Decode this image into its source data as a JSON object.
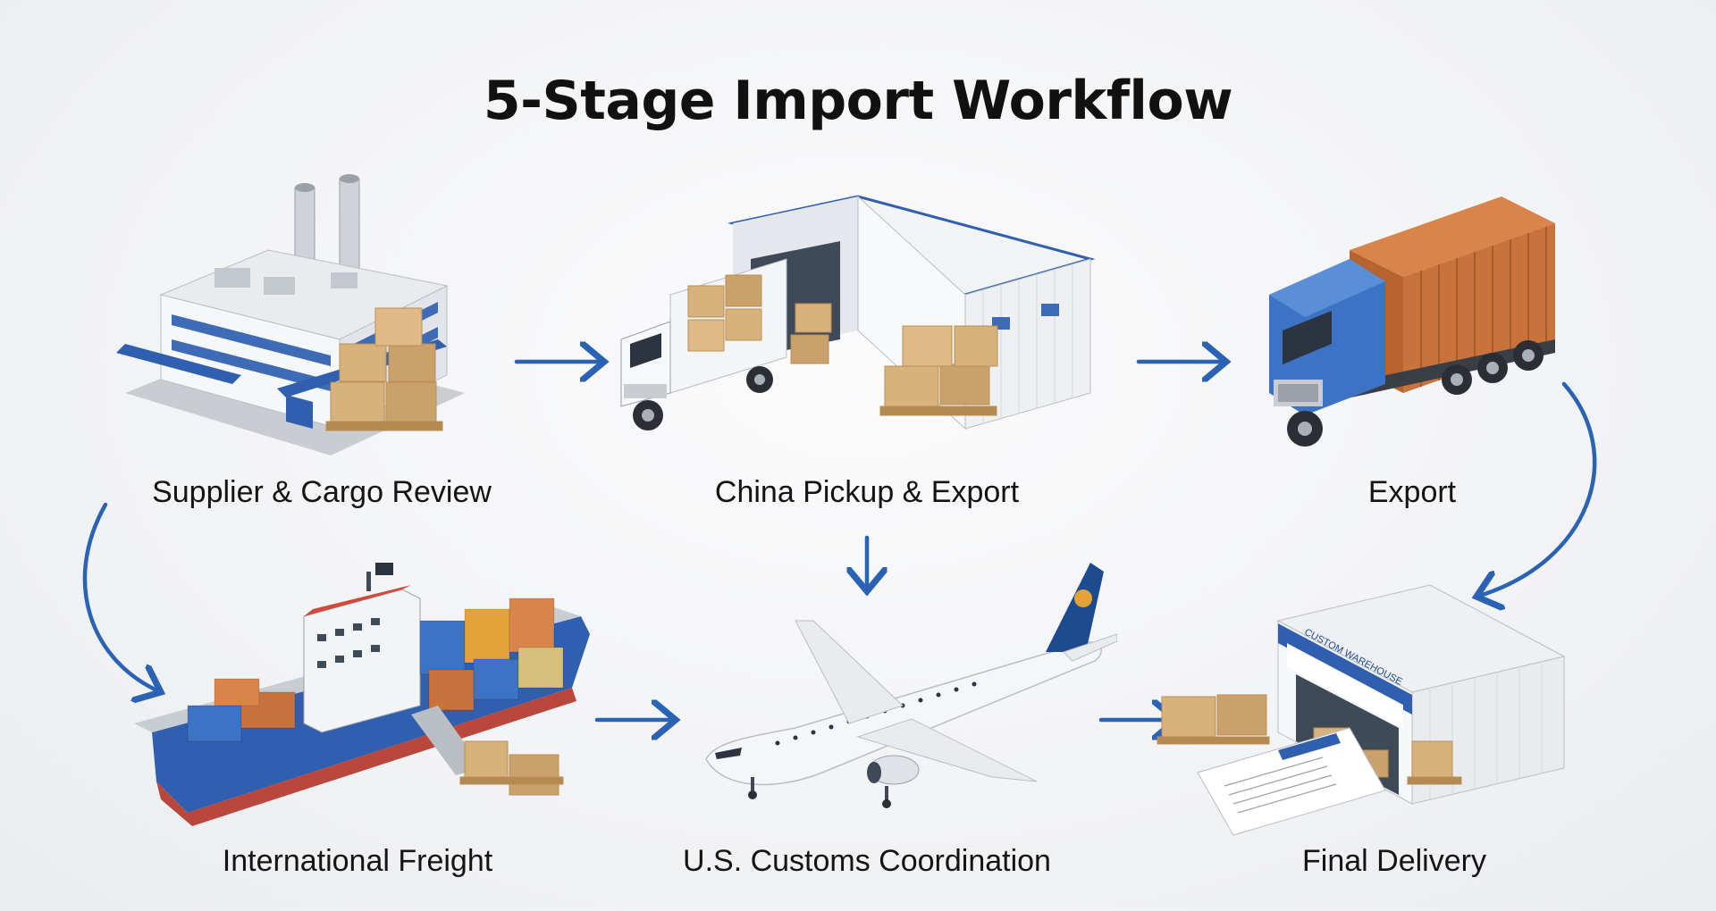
{
  "title": "5-Stage Import Workflow",
  "stages": [
    {
      "label": "Supplier & Cargo Review",
      "icon": "factory-icon"
    },
    {
      "label": "China Pickup & Export",
      "icon": "warehouse-truck-icon"
    },
    {
      "label": "Export",
      "icon": "container-truck-icon"
    },
    {
      "label": "International Freight",
      "icon": "cargo-ship-icon"
    },
    {
      "label": "U.S. Customs Coordination",
      "icon": "airplane-icon"
    },
    {
      "label": "Final Delivery",
      "icon": "customs-warehouse-icon"
    }
  ],
  "signage": {
    "customs_sign": "CUSTOM WAREHOUSE"
  },
  "colors": {
    "arrow": "#2a63b3",
    "accent_blue": "#2f5fae",
    "box": "#d8b27c",
    "container_orange": "#c8733b"
  }
}
